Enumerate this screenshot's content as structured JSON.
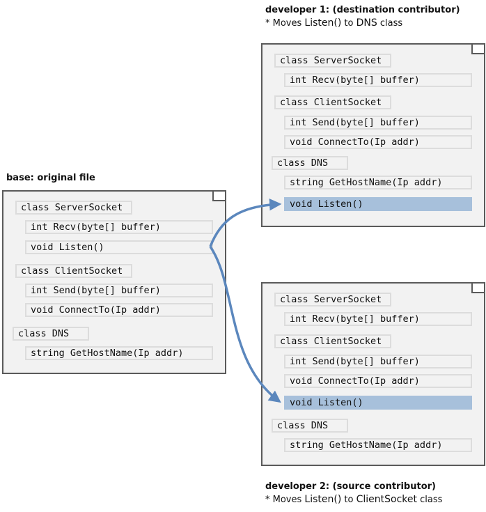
{
  "dev1": {
    "title": "developer 1: (destination contributor)",
    "note_prefix": "* Moves ",
    "note_code": "Listen()",
    "note_mid": " to ",
    "note_code2": "DNS",
    "note_suffix": " class",
    "items": [
      "class ServerSocket",
      "int Recv(byte[] buffer)",
      "class ClientSocket",
      "int Send(byte[] buffer)",
      "void ConnectTo(Ip addr)",
      "class DNS",
      "string GetHostName(Ip addr)",
      "void Listen()"
    ]
  },
  "base": {
    "title": "base: original file",
    "items": [
      "class ServerSocket",
      "int Recv(byte[] buffer)",
      "void Listen()",
      "class ClientSocket",
      "int Send(byte[] buffer)",
      "void ConnectTo(Ip addr)",
      "class DNS",
      "string GetHostName(Ip addr)"
    ]
  },
  "dev2": {
    "title": "developer 2: (source contributor)",
    "note_prefix": "* Moves ",
    "note_code": "Listen()",
    "note_mid": " to ",
    "note_code2": "ClientSocket",
    "note_suffix": " class",
    "items": [
      "class ServerSocket",
      "int Recv(byte[] buffer)",
      "class ClientSocket",
      "int Send(byte[] buffer)",
      "void ConnectTo(Ip addr)",
      "void Listen()",
      "class DNS",
      "string GetHostName(Ip addr)"
    ]
  },
  "colors": {
    "highlight": "#a7c0db",
    "arrow": "#5b87bd",
    "panel_bg": "#f2f2f2",
    "panel_border": "#5a5a5a"
  }
}
